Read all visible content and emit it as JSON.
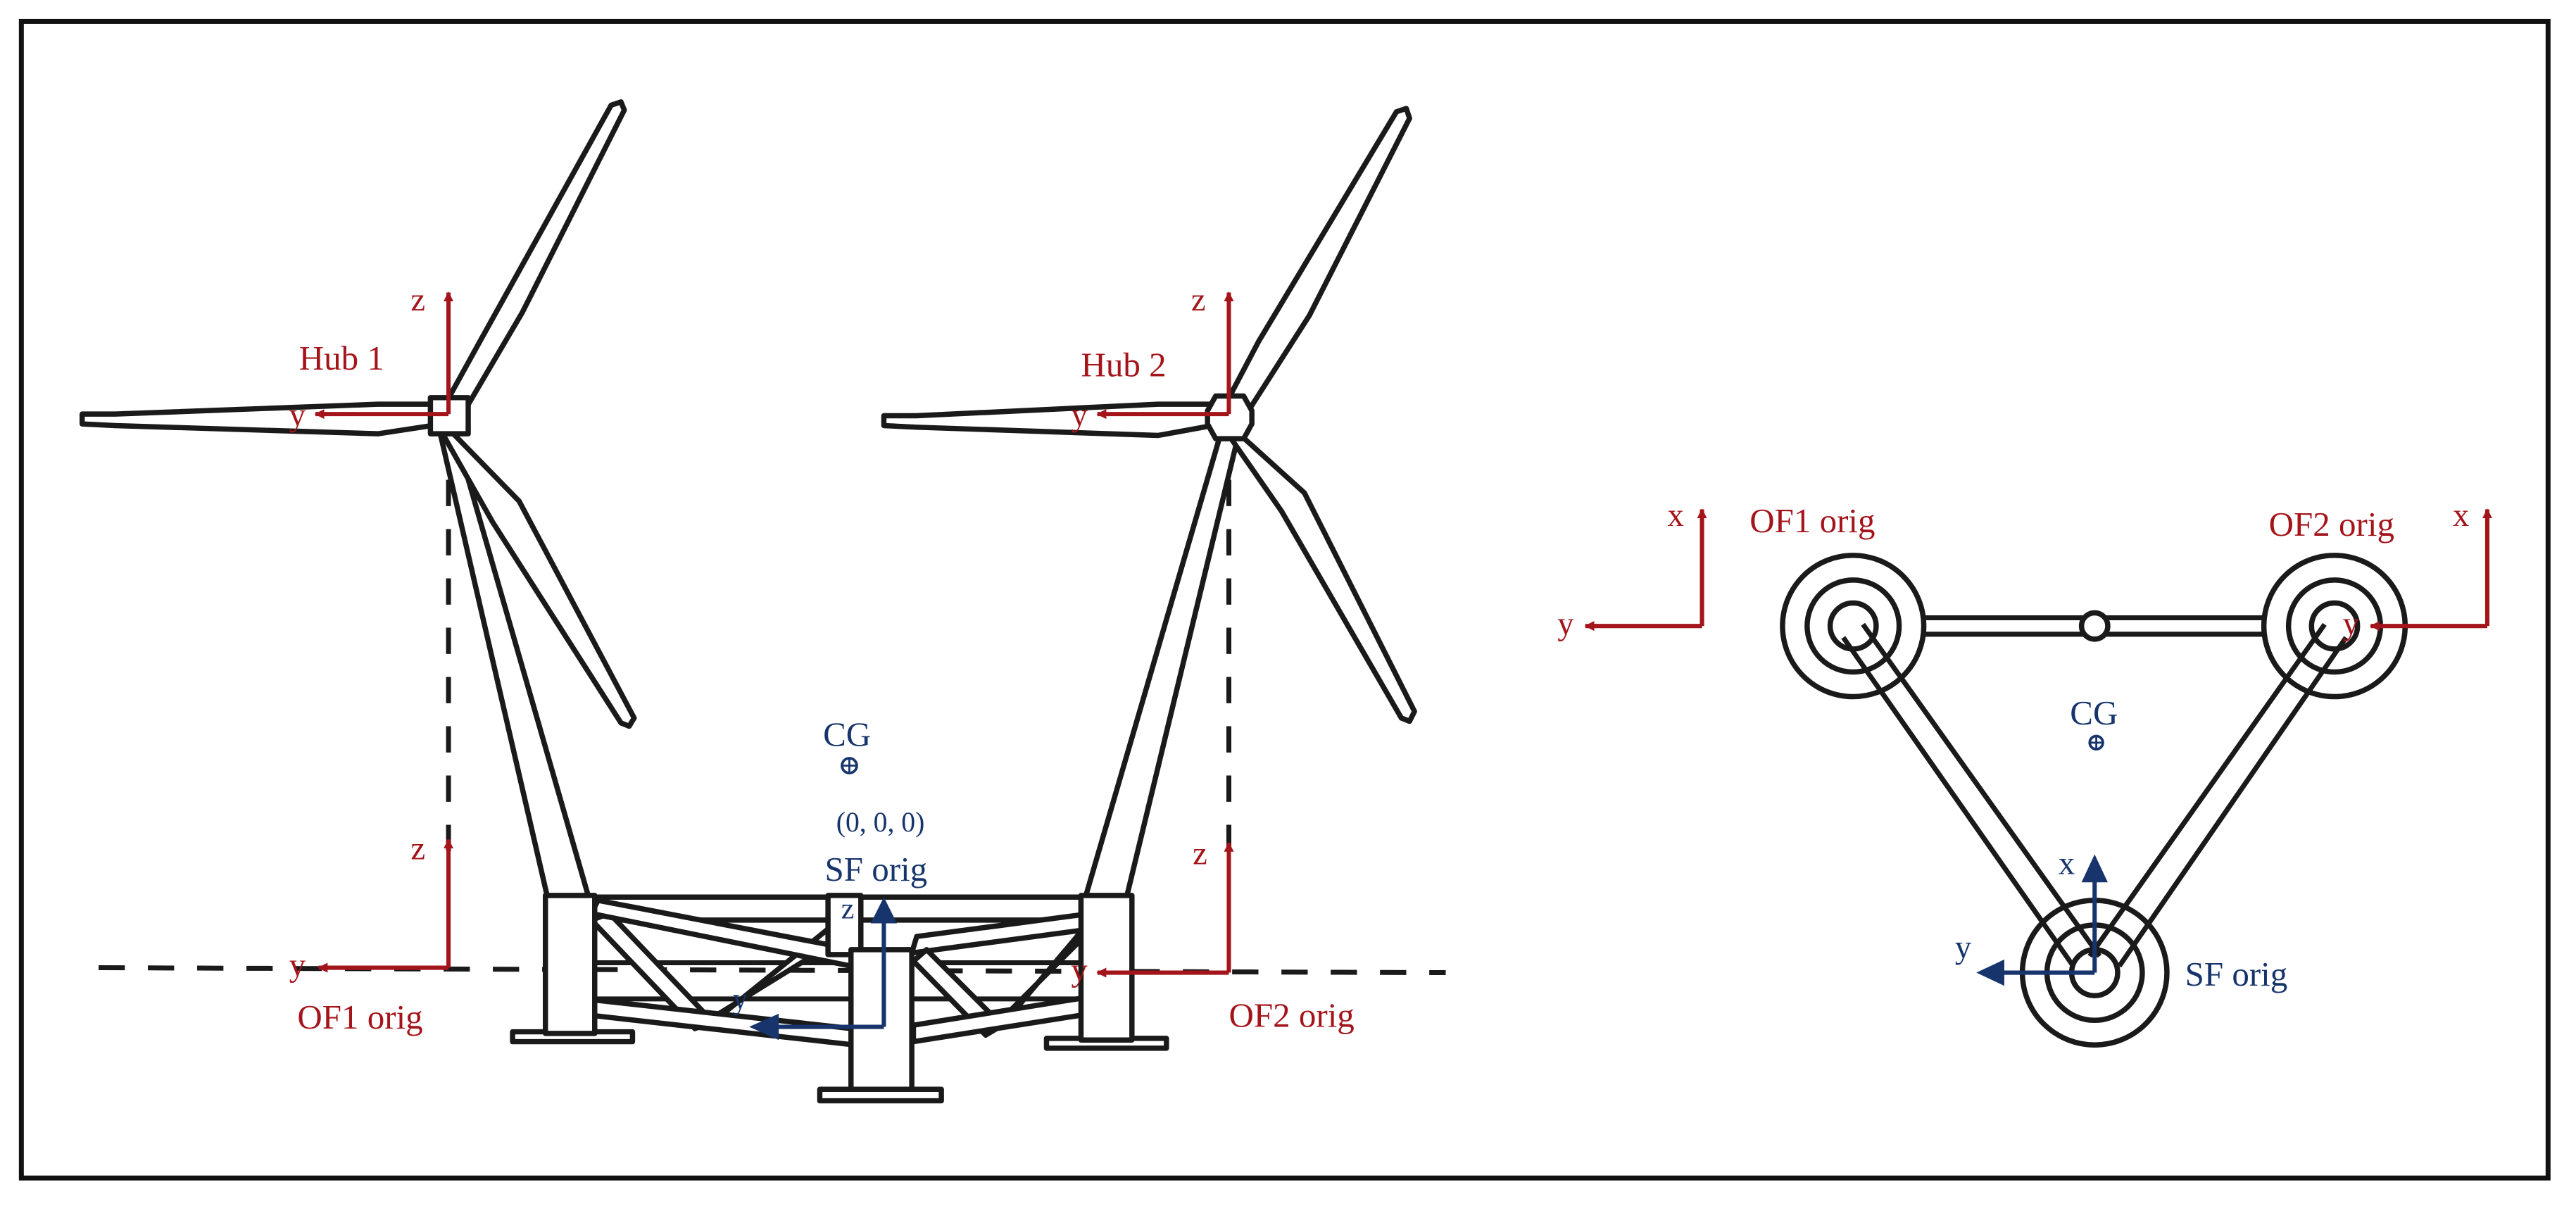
{
  "colors": {
    "red": "#a4151b",
    "blue": "#17356c",
    "line": "#1a1a1a"
  },
  "side_view": {
    "hub1_label": "Hub 1",
    "hub2_label": "Hub 2",
    "cg_label": "CG",
    "origin_coords": "(0, 0, 0)",
    "sf_label": "SF orig",
    "of1_label": "OF1 orig",
    "of2_label": "OF2 orig",
    "axis_z": "z",
    "axis_y": "y"
  },
  "top_view": {
    "of1_label": "OF1 orig",
    "of2_label": "OF2 orig",
    "cg_label": "CG",
    "sf_label": "SF orig",
    "axis_x": "x",
    "axis_y": "y"
  }
}
